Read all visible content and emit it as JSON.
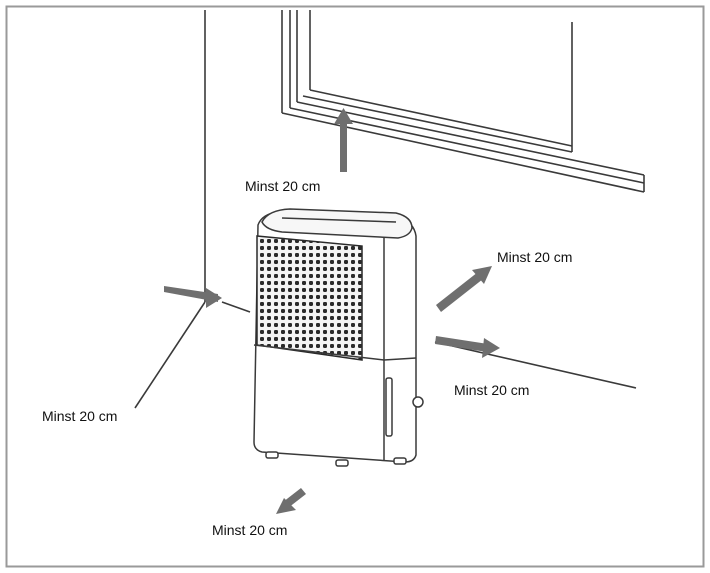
{
  "labels": {
    "top": "Minst 20 cm",
    "right_upper": "Minst 20 cm",
    "right_lower": "Minst 20 cm",
    "left": "Minst 20 cm",
    "bottom": "Minst 20 cm"
  },
  "colors": {
    "line": "#3a3a3a",
    "arrow": "#6f6f6f",
    "grille": "#2a2a2a",
    "border": "#9a9a9a"
  }
}
